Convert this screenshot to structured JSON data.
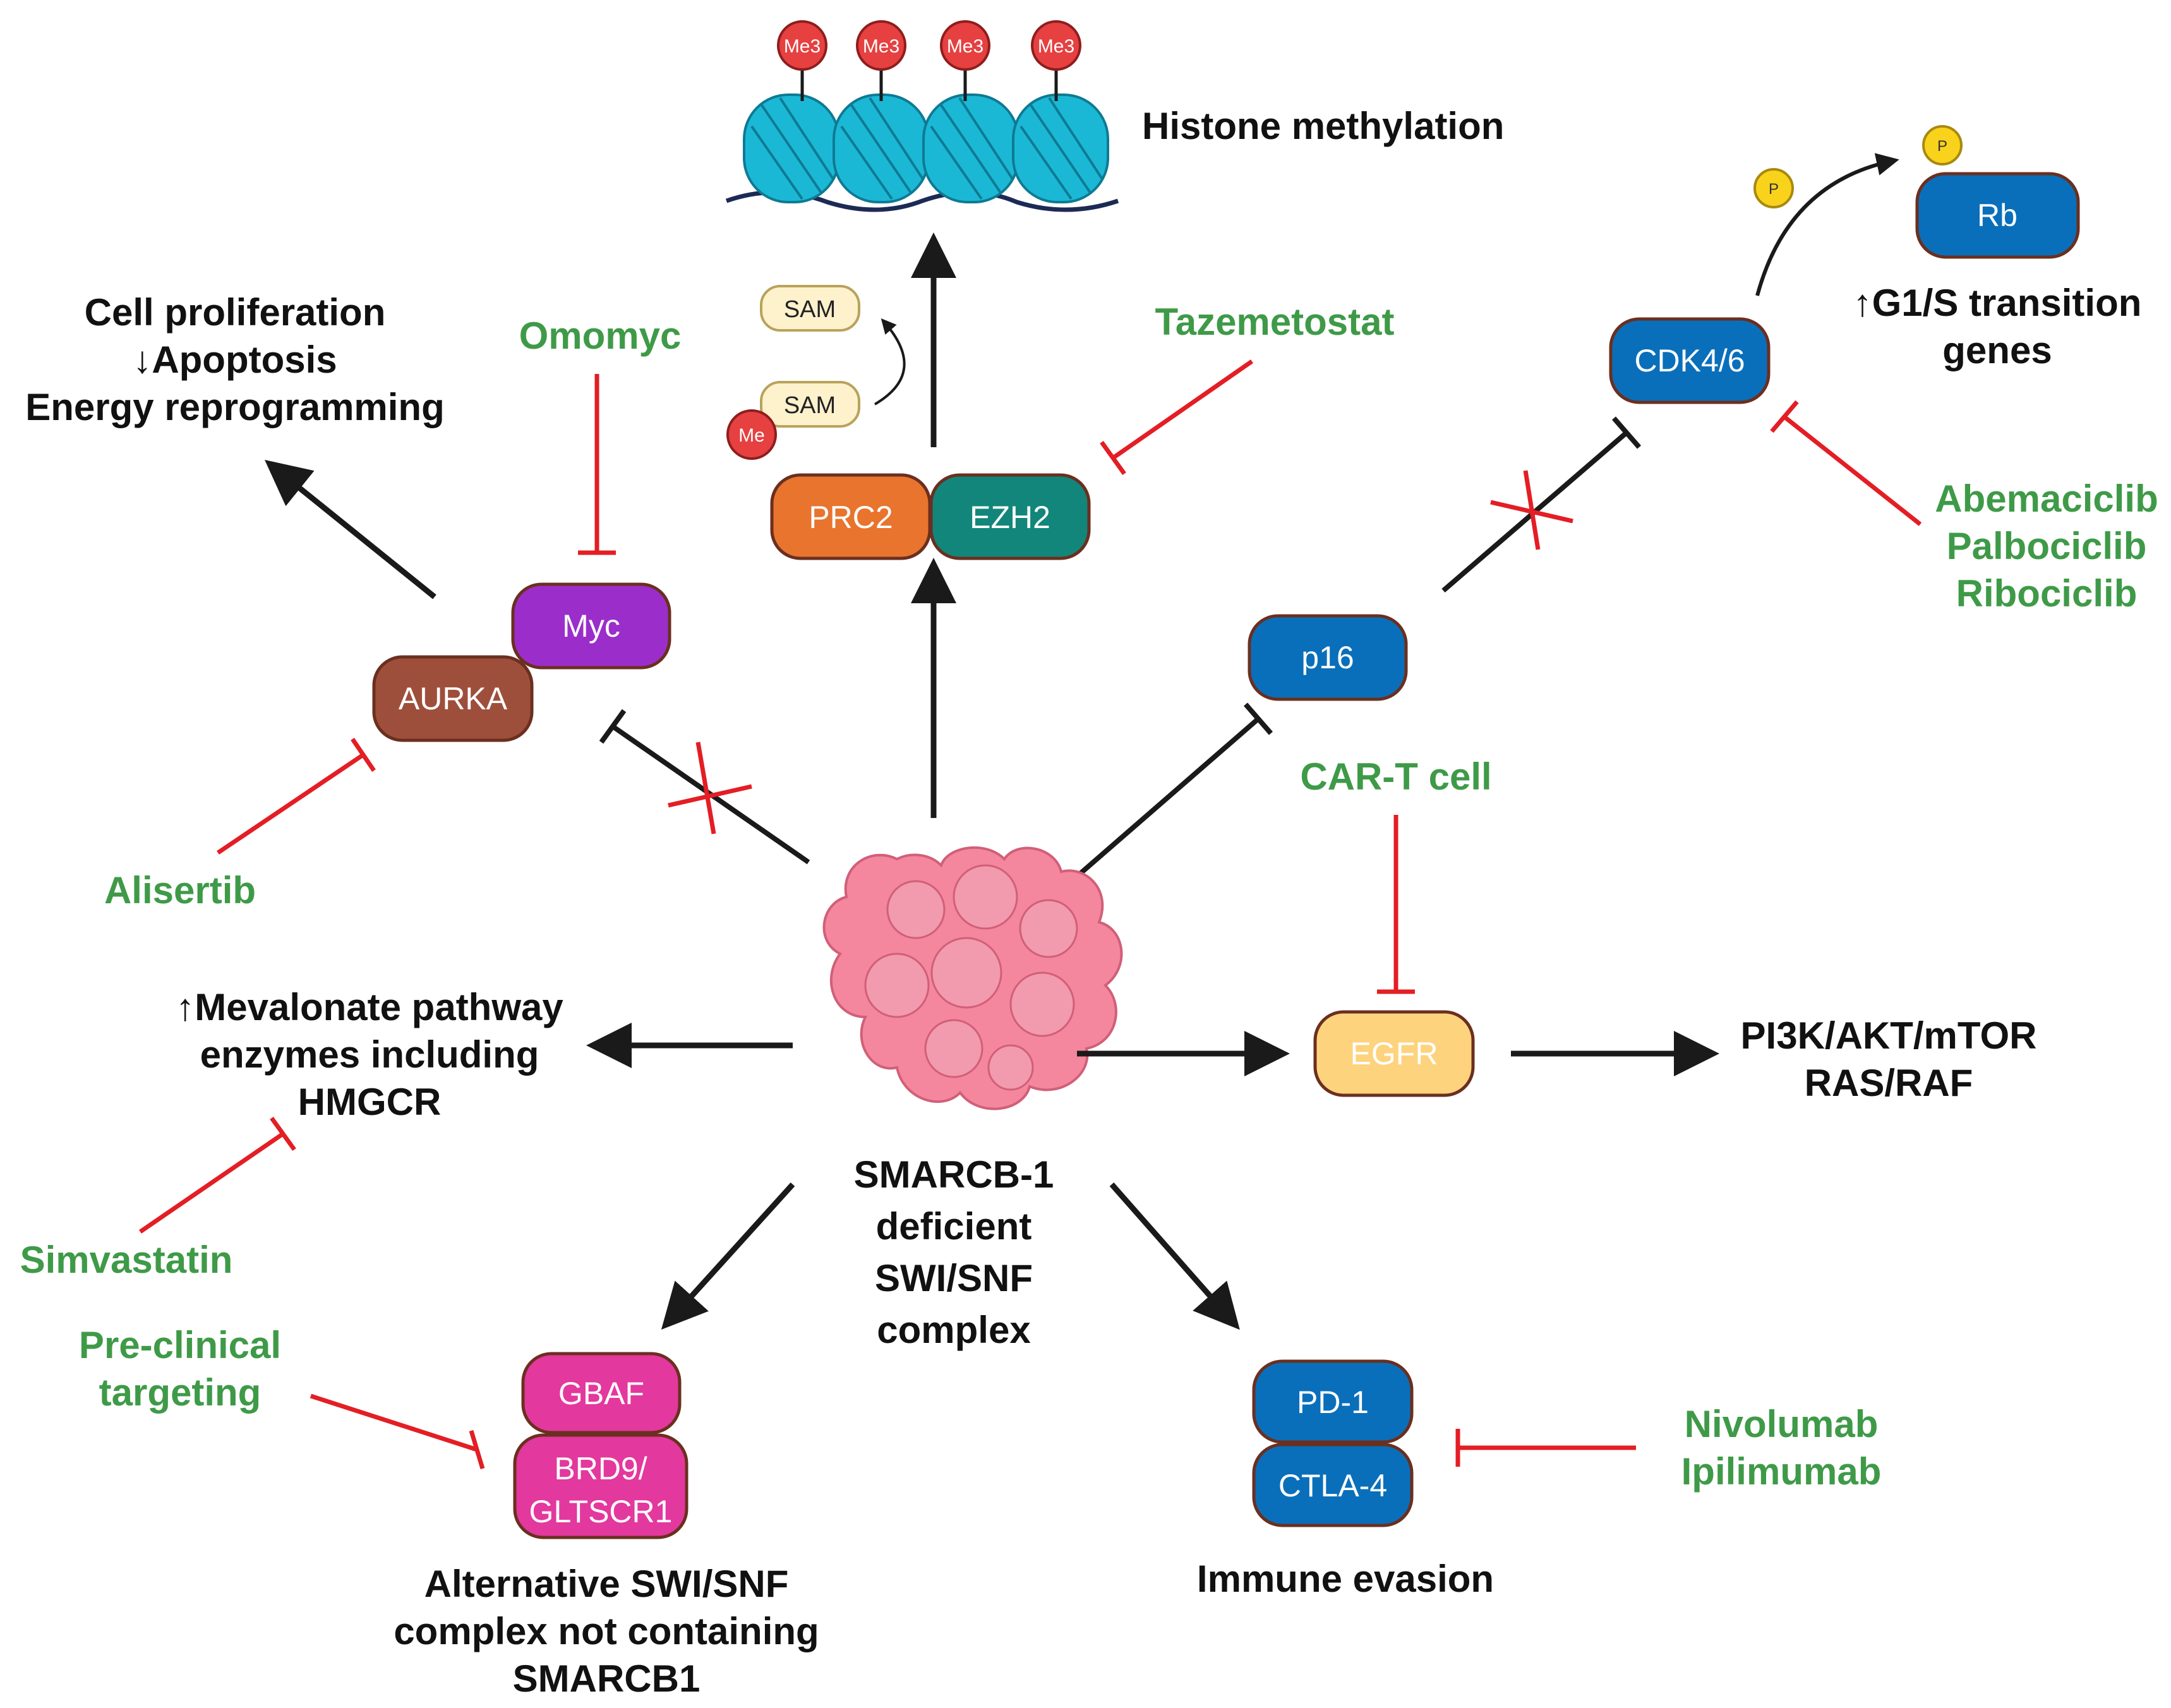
{
  "colors": {
    "drug_green": "#3f9a48",
    "inhibit_red": "#e31e24",
    "blue_box": "#0a6fba",
    "purple_box": "#9b2ecb",
    "brown_box": "#9e4f3c",
    "orange_box": "#e8742e",
    "teal_box": "#12867a",
    "yellow_box": "#fdd37e",
    "pink_box": "#e3389e",
    "me_circle": "#e64040",
    "p_circle": "#f9d21b",
    "sam_box": "#fdf2cc",
    "nucleosome": "#1bb8d6",
    "protein": "#f4879d"
  },
  "center": {
    "lines": [
      "SMARCB-1",
      "deficient",
      "SWI/SNF",
      "complex"
    ],
    "icon": "protein-complex-icon"
  },
  "histone": {
    "label": "Histone methylation",
    "marks": [
      "Me3",
      "Me3",
      "Me3",
      "Me3"
    ],
    "icon": "nucleosome-icon"
  },
  "sam_cycle": {
    "top": "SAM",
    "bottom": "SAM",
    "methyl": "Me"
  },
  "boxes": {
    "prc2": "PRC2",
    "ezh2": "EZH2",
    "myc": "Myc",
    "aurka": "AURKA",
    "p16": "p16",
    "cdk46": "CDK4/6",
    "rb": "Rb",
    "egfr": "EGFR",
    "gbaf": "GBAF",
    "brd9": [
      "BRD9/",
      "GLTSCR1"
    ],
    "pd1": "PD-1",
    "ctla4": "CTLA-4",
    "phospho": "P"
  },
  "outcomes": {
    "proliferation": [
      "Cell proliferation",
      "↓Apoptosis",
      "Energy reprogramming"
    ],
    "g1s": [
      "↑G1/S transition",
      "genes"
    ],
    "mevalonate": [
      "↑Mevalonate pathway",
      "enzymes including",
      "HMGCR"
    ],
    "pi3k": [
      "PI3K/AKT/mTOR",
      "RAS/RAF"
    ],
    "alt_swisnf": [
      "Alternative SWI/SNF",
      "complex not containing",
      "SMARCB1"
    ],
    "immune": "Immune evasion"
  },
  "drugs": {
    "omomyc": "Omomyc",
    "tazemetostat": "Tazemetostat",
    "cdk_inhibitors": [
      "Abemaciclib",
      "Palbociclib",
      "Ribociclib"
    ],
    "alisertib": "Alisertib",
    "cart": "CAR-T cell",
    "simvastatin": "Simvastatin",
    "preclinical": [
      "Pre-clinical",
      "targeting"
    ],
    "checkpoint": [
      "Nivolumab",
      "Ipilimumab"
    ]
  }
}
